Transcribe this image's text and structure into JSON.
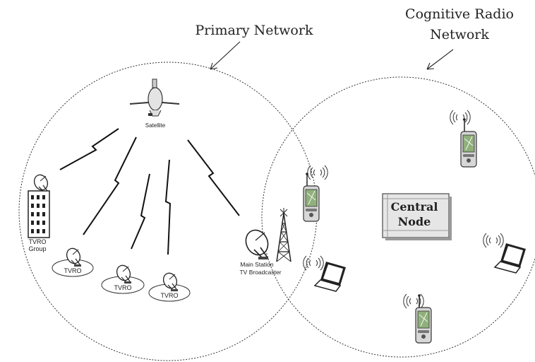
{
  "labels": {
    "primary_network": "Primary Network",
    "cr_network_line1": "Cognitive Radio",
    "cr_network_line2": "Network",
    "satellite": "Satellite",
    "tvro_group_line1": "TVRO",
    "tvro_group_line2": "Group",
    "tvro_1": "TVRO",
    "tvro_2": "TVRO",
    "tvro_3": "TVRO",
    "main_station_line1": "Main Station",
    "main_station_line2": "TV Broadcaster",
    "central_node_line1": "Central",
    "central_node_line2": "Node"
  },
  "icons": {
    "satellite": "satellite-icon",
    "building": "building-icon",
    "dish": "satellite-dish-icon",
    "tower": "broadcast-tower-icon",
    "phone": "mobile-phone-icon",
    "laptop": "laptop-icon",
    "signal": "wireless-signal-icon",
    "lightning": "lightning-link-icon"
  },
  "colors": {
    "line": "#222222",
    "central_node_fill": "#e6e6e6",
    "phone_screen": "#8fb07a"
  }
}
